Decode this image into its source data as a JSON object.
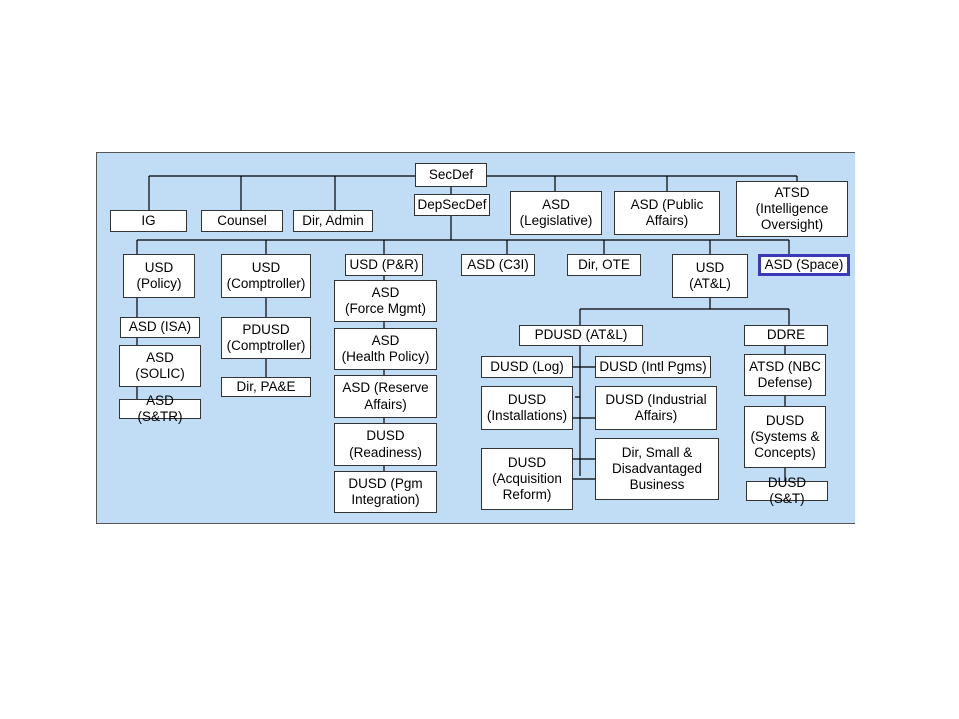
{
  "org_chart": {
    "nodes": [
      {
        "id": "secdef",
        "label": "SecDef"
      },
      {
        "id": "depsecdef",
        "label": "DepSecDef"
      },
      {
        "id": "ig",
        "label": "IG"
      },
      {
        "id": "counsel",
        "label": "Counsel"
      },
      {
        "id": "dir_admin",
        "label": "Dir, Admin"
      },
      {
        "id": "asd_legislative",
        "label": "ASD\n(Legislative)"
      },
      {
        "id": "asd_public_affairs",
        "label": "ASD (Public\nAffairs)"
      },
      {
        "id": "atsd_io",
        "label": "ATSD\n(Intelligence\nOversight)"
      },
      {
        "id": "usd_policy",
        "label": "USD\n(Policy)"
      },
      {
        "id": "usd_comptroller",
        "label": "USD\n(Comptroller)"
      },
      {
        "id": "usd_pr",
        "label": "USD (P&R)"
      },
      {
        "id": "asd_c3i",
        "label": "ASD (C3I)"
      },
      {
        "id": "dir_ote",
        "label": "Dir, OTE"
      },
      {
        "id": "usd_atl",
        "label": "USD\n(AT&L)"
      },
      {
        "id": "asd_space",
        "label": "ASD (Space)",
        "highlighted": true
      },
      {
        "id": "asd_isa",
        "label": "ASD (ISA)"
      },
      {
        "id": "asd_solic",
        "label": "ASD\n(SOLIC)"
      },
      {
        "id": "asd_str",
        "label": "ASD (S&TR)"
      },
      {
        "id": "pdusd_comptroller",
        "label": "PDUSD\n(Comptroller)"
      },
      {
        "id": "dir_pae",
        "label": "Dir, PA&E"
      },
      {
        "id": "asd_force_mgmt",
        "label": "ASD\n(Force Mgmt)"
      },
      {
        "id": "asd_health_policy",
        "label": "ASD\n(Health Policy)"
      },
      {
        "id": "asd_reserve_affairs",
        "label": "ASD (Reserve\nAffairs)"
      },
      {
        "id": "dusd_readiness",
        "label": "DUSD\n(Readiness)"
      },
      {
        "id": "dusd_pgm_integration",
        "label": "DUSD (Pgm\nIntegration)"
      },
      {
        "id": "pdusd_atl",
        "label": "PDUSD (AT&L)"
      },
      {
        "id": "ddre",
        "label": "DDRE"
      },
      {
        "id": "dusd_log",
        "label": "DUSD (Log)"
      },
      {
        "id": "dusd_intl_pgms",
        "label": "DUSD (Intl Pgms)"
      },
      {
        "id": "dusd_installations",
        "label": "DUSD\n(Installations)"
      },
      {
        "id": "dusd_industrial_affairs",
        "label": "DUSD (Industrial\nAffairs)"
      },
      {
        "id": "dusd_acquisition_reform",
        "label": "DUSD\n(Acquisition\nReform)"
      },
      {
        "id": "dir_small_business",
        "label": "Dir, Small &\nDisadvantaged\nBusiness"
      },
      {
        "id": "atsd_nbc",
        "label": "ATSD (NBC\nDefense)"
      },
      {
        "id": "dusd_systems_concepts",
        "label": "DUSD\n(Systems &\nConcepts)"
      },
      {
        "id": "dusd_st",
        "label": "DUSD (S&T)"
      }
    ],
    "edges": [
      [
        "secdef",
        "ig"
      ],
      [
        "secdef",
        "counsel"
      ],
      [
        "secdef",
        "dir_admin"
      ],
      [
        "secdef",
        "depsecdef"
      ],
      [
        "secdef",
        "asd_legislative"
      ],
      [
        "secdef",
        "asd_public_affairs"
      ],
      [
        "secdef",
        "atsd_io"
      ],
      [
        "depsecdef",
        "usd_policy"
      ],
      [
        "depsecdef",
        "usd_comptroller"
      ],
      [
        "depsecdef",
        "usd_pr"
      ],
      [
        "depsecdef",
        "asd_c3i"
      ],
      [
        "depsecdef",
        "dir_ote"
      ],
      [
        "depsecdef",
        "usd_atl"
      ],
      [
        "depsecdef",
        "asd_space"
      ],
      [
        "usd_policy",
        "asd_isa"
      ],
      [
        "usd_policy",
        "asd_solic"
      ],
      [
        "usd_policy",
        "asd_str"
      ],
      [
        "usd_comptroller",
        "pdusd_comptroller"
      ],
      [
        "usd_comptroller",
        "dir_pae"
      ],
      [
        "usd_pr",
        "asd_force_mgmt"
      ],
      [
        "usd_pr",
        "asd_health_policy"
      ],
      [
        "usd_pr",
        "asd_reserve_affairs"
      ],
      [
        "usd_pr",
        "dusd_readiness"
      ],
      [
        "usd_pr",
        "dusd_pgm_integration"
      ],
      [
        "usd_atl",
        "pdusd_atl"
      ],
      [
        "usd_atl",
        "ddre"
      ],
      [
        "pdusd_atl",
        "dusd_log"
      ],
      [
        "pdusd_atl",
        "dusd_intl_pgms"
      ],
      [
        "pdusd_atl",
        "dusd_installations"
      ],
      [
        "pdusd_atl",
        "dusd_industrial_affairs"
      ],
      [
        "pdusd_atl",
        "dusd_acquisition_reform"
      ],
      [
        "pdusd_atl",
        "dir_small_business"
      ],
      [
        "ddre",
        "atsd_nbc"
      ],
      [
        "ddre",
        "dusd_systems_concepts"
      ],
      [
        "ddre",
        "dusd_st"
      ]
    ],
    "colors": {
      "background": "#c0ddf5",
      "box": "#ffffff",
      "line": "#000000",
      "highlight_border": "#3a3ab8"
    }
  }
}
